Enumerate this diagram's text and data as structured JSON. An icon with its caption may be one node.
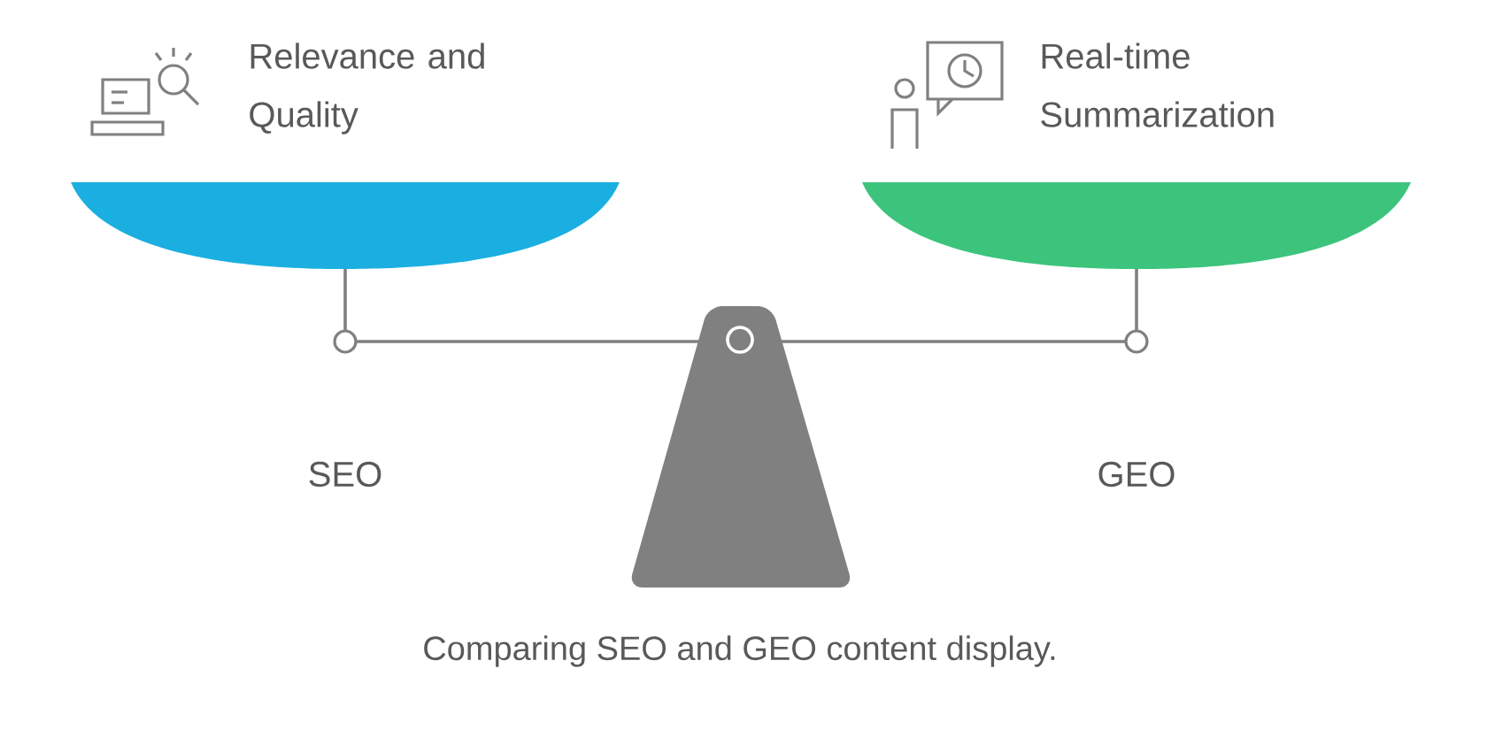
{
  "diagram": {
    "caption": "Comparing SEO and GEO content display.",
    "nodes": [
      {
        "text": [
          "Relevance and Quality"
        ]
      },
      {
        "text": [
          "Real-time Summarization"
        ]
      }
    ],
    "labels": [
      "SEO",
      "GEO"
    ]
  }
}
